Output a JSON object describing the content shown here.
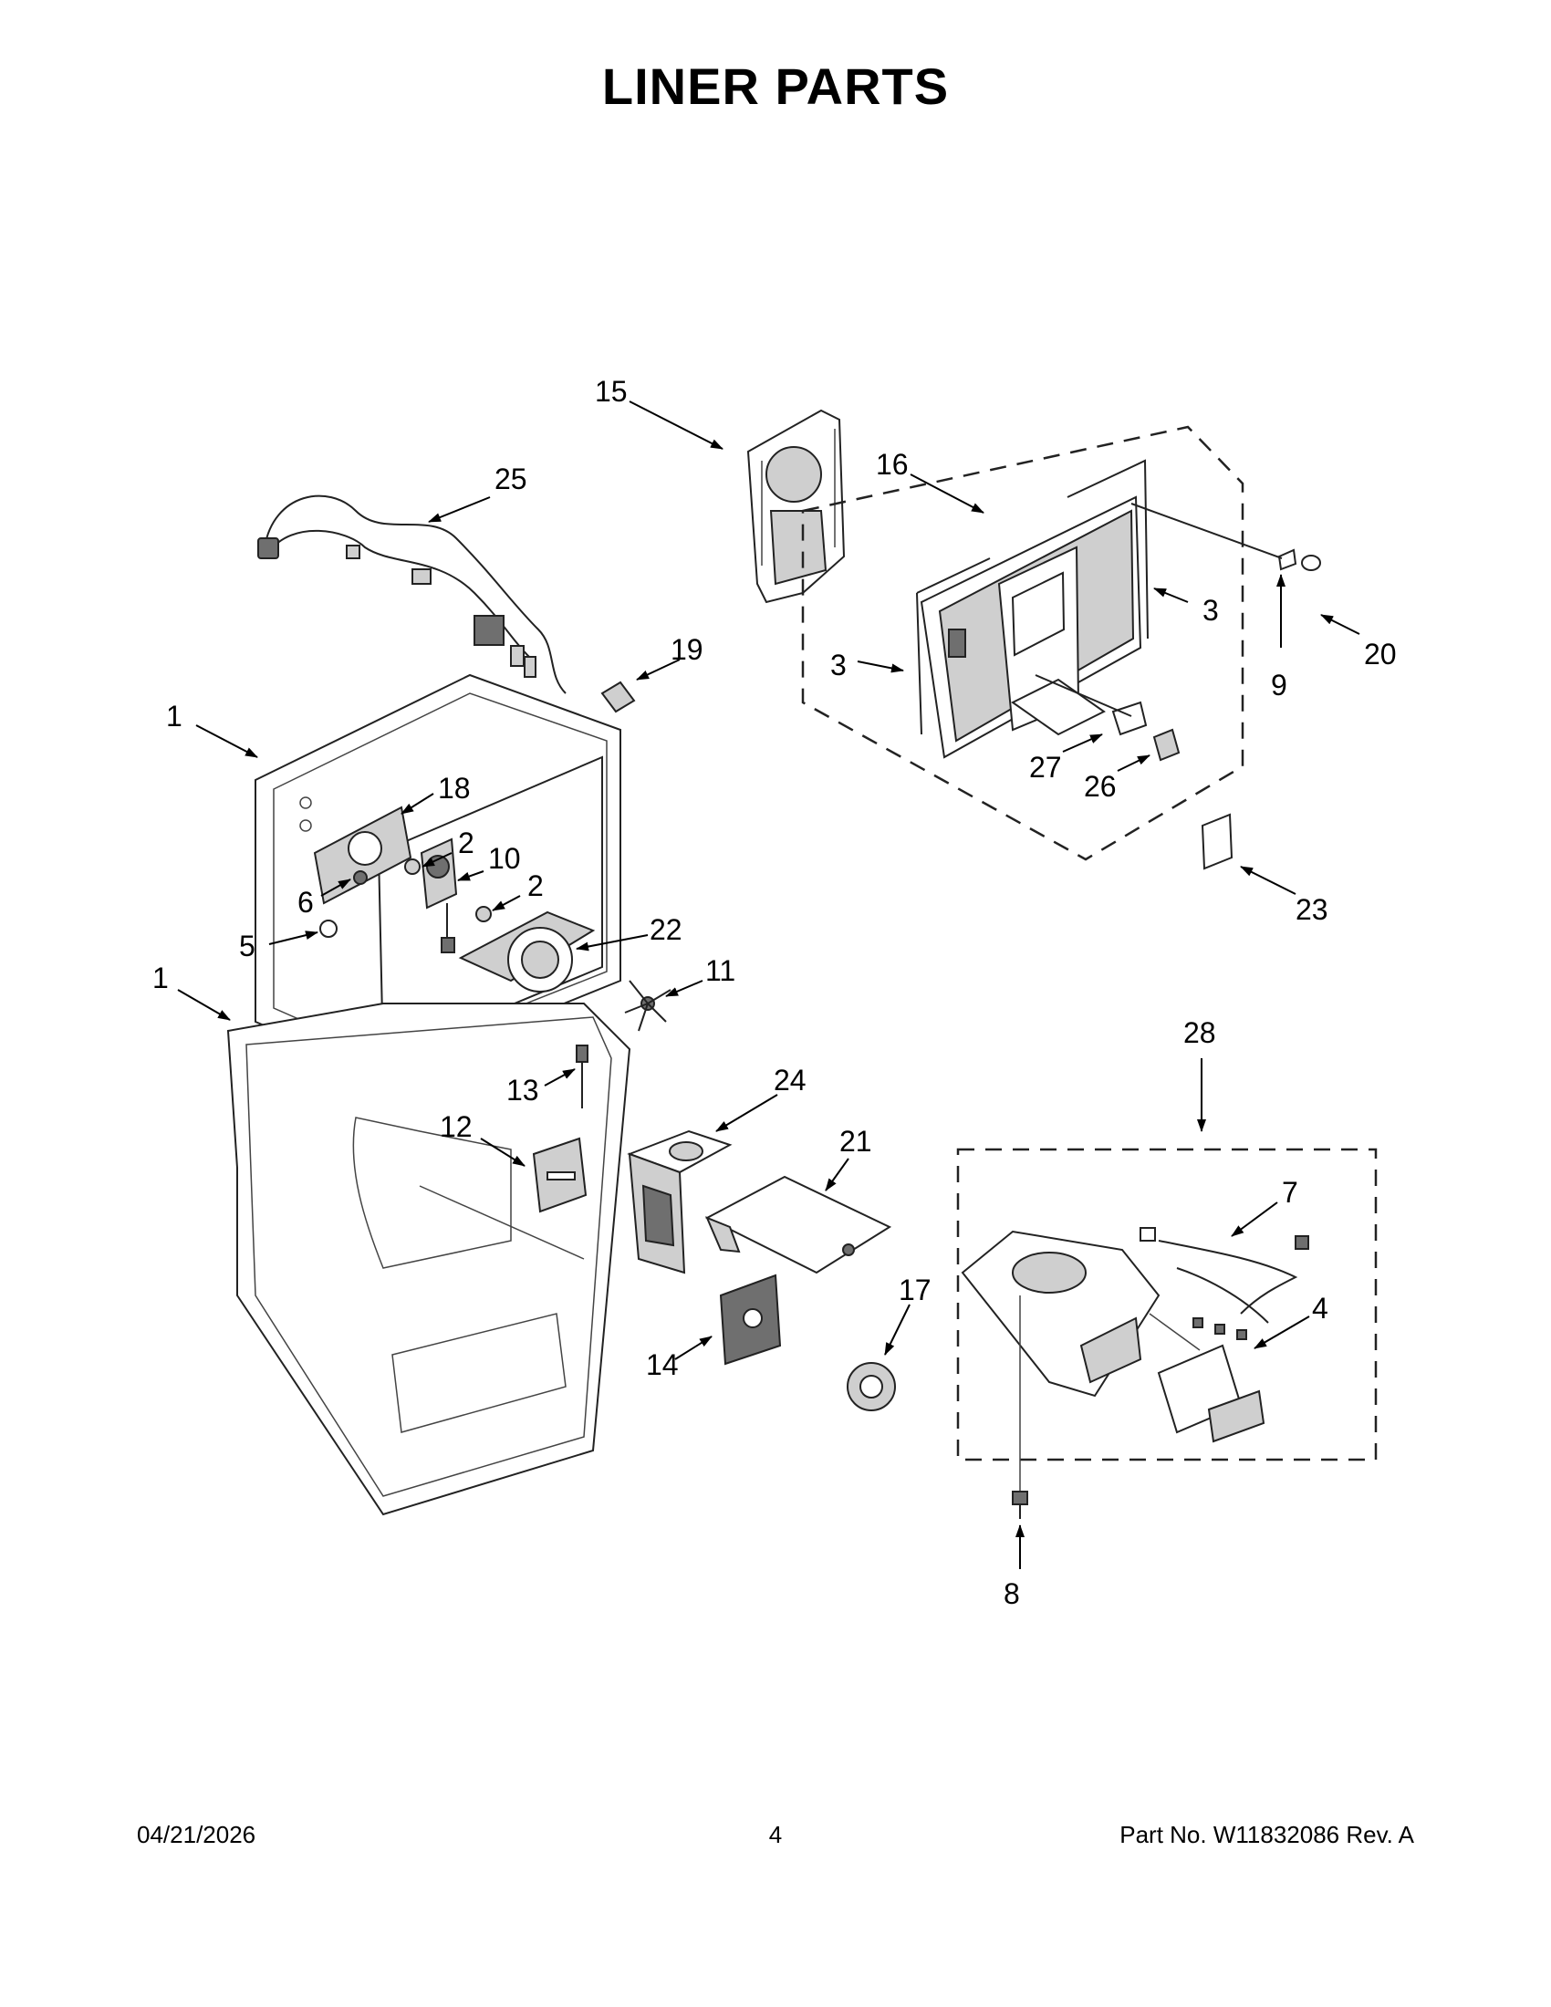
{
  "page": {
    "title": "LINER PARTS",
    "footer_date": "04/21/2026",
    "footer_page": "4",
    "footer_part": "Part No.  W11832086  Rev.  A"
  },
  "callouts": [
    {
      "id": "c15",
      "label": "15"
    },
    {
      "id": "c25",
      "label": "25"
    },
    {
      "id": "c16",
      "label": "16"
    },
    {
      "id": "c3a",
      "label": "3"
    },
    {
      "id": "c3b",
      "label": "3"
    },
    {
      "id": "c9",
      "label": "9"
    },
    {
      "id": "c20",
      "label": "20"
    },
    {
      "id": "c19",
      "label": "19"
    },
    {
      "id": "c27",
      "label": "27"
    },
    {
      "id": "c26",
      "label": "26"
    },
    {
      "id": "c1a",
      "label": "1"
    },
    {
      "id": "c18",
      "label": "18"
    },
    {
      "id": "c2a",
      "label": "2"
    },
    {
      "id": "c10",
      "label": "10"
    },
    {
      "id": "c2b",
      "label": "2"
    },
    {
      "id": "c6",
      "label": "6"
    },
    {
      "id": "c5",
      "label": "5"
    },
    {
      "id": "c22",
      "label": "22"
    },
    {
      "id": "c23",
      "label": "23"
    },
    {
      "id": "c1b",
      "label": "1"
    },
    {
      "id": "c11",
      "label": "11"
    },
    {
      "id": "c28",
      "label": "28"
    },
    {
      "id": "c13",
      "label": "13"
    },
    {
      "id": "c24",
      "label": "24"
    },
    {
      "id": "c12",
      "label": "12"
    },
    {
      "id": "c21",
      "label": "21"
    },
    {
      "id": "c7",
      "label": "7"
    },
    {
      "id": "c17",
      "label": "17"
    },
    {
      "id": "c4",
      "label": "4"
    },
    {
      "id": "c14",
      "label": "14"
    },
    {
      "id": "c8",
      "label": "8"
    }
  ]
}
